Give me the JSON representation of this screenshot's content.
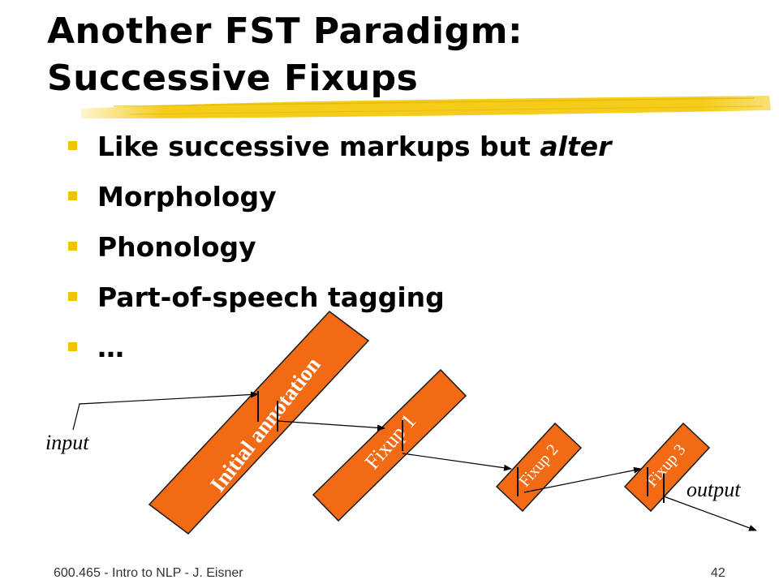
{
  "title": {
    "line1": "Another FST Paradigm:",
    "line2": "Successive Fixups"
  },
  "bullets": [
    {
      "text": "Like successive markups but ",
      "emphasis": "alter"
    },
    {
      "text": "Morphology",
      "emphasis": ""
    },
    {
      "text": "Phonology",
      "emphasis": ""
    },
    {
      "text": "Part-of-speech tagging",
      "emphasis": ""
    },
    {
      "text": "…",
      "emphasis": ""
    }
  ],
  "diagram": {
    "input_label": "input",
    "output_label": "output",
    "stages": [
      {
        "label": "Initial annotation"
      },
      {
        "label": "Fixup 1"
      },
      {
        "label": "Fixup 2"
      },
      {
        "label": "Fixup 3"
      }
    ]
  },
  "footer": {
    "left": "600.465 - Intro to NLP - J. Eisner",
    "page_number": "42"
  },
  "colors": {
    "accent_bullet": "#f2c400",
    "underline": "#f5cc1a",
    "box_fill": "#f26a14",
    "box_stroke": "#1a1a1a",
    "box_text": "#ffffff"
  }
}
